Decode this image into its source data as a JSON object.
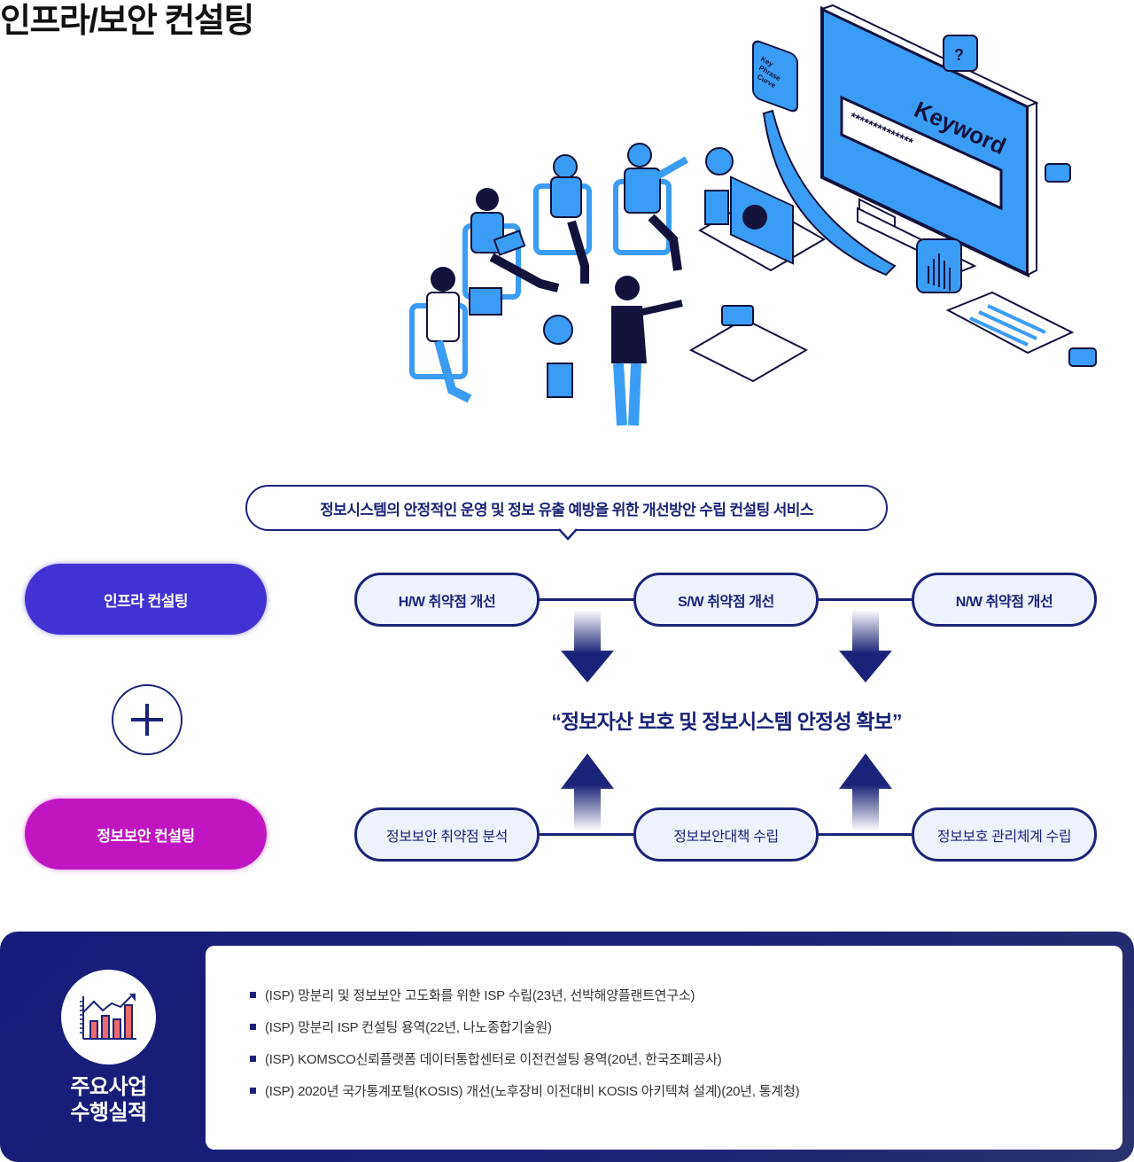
{
  "page": {
    "title": "인프라/보안 컨설팅"
  },
  "illustration": {
    "screen_keyword": "Keyword",
    "screen_password": "**************",
    "bubble_key_phrase": [
      "Key",
      "Phrase",
      "Curve"
    ],
    "bubble_question": "?"
  },
  "summary": {
    "text": "정보시스템의 안정적인 운영 및 정보 유출 예방을 위한 개선방안 수립 컨설팅 서비스"
  },
  "categories": {
    "infra": {
      "label": "인프라 컨설팅",
      "color": "#4231d3"
    },
    "plus_symbol": "+",
    "security": {
      "label": "정보보안 컨설팅",
      "color": "#c015c0"
    }
  },
  "flow": {
    "top_nodes": [
      {
        "label": "H/W 취약점 개선"
      },
      {
        "label": "S/W 취약점 개선"
      },
      {
        "label": "N/W 취약점 개선"
      }
    ],
    "result": "“정보자산 보호 및 정보시스템 안정성 확보”",
    "bottom_nodes": [
      {
        "label": "정보보안 취약점 분석"
      },
      {
        "label": "정보보안대책 수립"
      },
      {
        "label": "정보보호 관리체계 수립"
      }
    ],
    "accent_color": "#1b2378"
  },
  "achievements": {
    "title_line1": "주요사업",
    "title_line2": "수행실적",
    "icon": "growth-chart-icon",
    "items": [
      "(ISP) 망분리 및 정보보안 고도화를 위한 ISP 수립(23년, 선박해양플랜트연구소)",
      "(ISP) 망분리 ISP 컨설팅 용역(22년, 나노종합기술원)",
      "(ISP) KOMSCO신뢰플랫폼 데이터통합센터로 이전컨설팅 용역(20년, 한국조폐공사)",
      "(ISP) 2020년 국가통계포털(KOSIS) 개선(노후장비 이전대비 KOSIS 아키텍쳐 설계)(20년, 통계청)"
    ]
  }
}
